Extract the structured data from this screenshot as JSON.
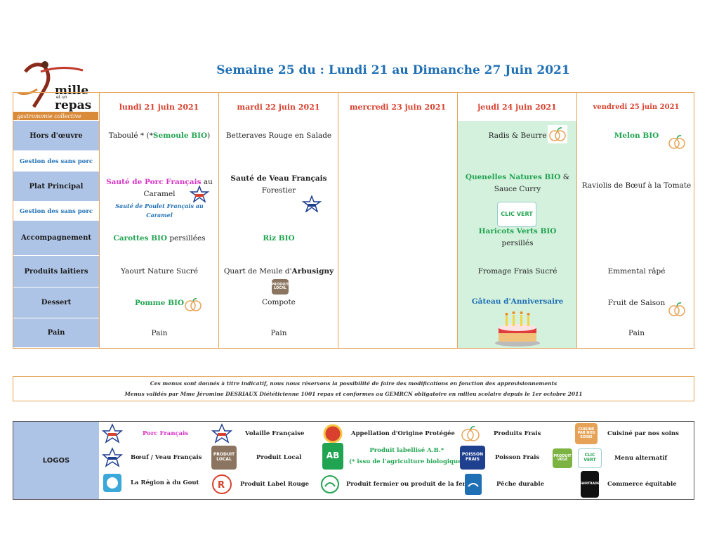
{
  "header": {
    "brand_line1": "mille",
    "brand_line2": "et un",
    "brand_line3": "repas",
    "brand_tagline": "gastronomie collective",
    "title": "Semaine 25 du : Lundi 21 au Dimanche 27 Juin 2021"
  },
  "days": [
    {
      "label": "lundi 21 juin 2021"
    },
    {
      "label": "mardi 22 juin 2021"
    },
    {
      "label": "mercredi 23 juin 2021"
    },
    {
      "label": "jeudi 24 juin 2021"
    },
    {
      "label": "vendredi 25 juin 2021"
    }
  ],
  "rows": {
    "hors_oeuvre": "Hors d'œuvre",
    "sans_porc_1": "Gestion des sans porc",
    "plat": "Plat Principal",
    "sans_porc_2": "Gestion des sans porc",
    "accomp": "Accompagnement",
    "laitiers": "Produits laitiers",
    "dessert": "Dessert",
    "pain": "Pain"
  },
  "menu": {
    "lundi": {
      "hors_a": "Taboulé * (*",
      "hors_b": "Semoule BIO",
      "hors_c": ")",
      "plat_a": "Sauté de Porc Français",
      "plat_b": " au Caramel",
      "sans_porc": "Sauté de Poulet Français au Caramel",
      "accomp_a": "Carottes BIO",
      "accomp_b": " persillées",
      "laitier": "Yaourt Nature Sucré",
      "dessert": "Pomme BIO",
      "pain": "Pain"
    },
    "mardi": {
      "hors": "Betteraves Rouge en Salade",
      "plat_a": "Sauté de Veau Français",
      "plat_b": " Forestier",
      "accomp": "Riz BIO",
      "laitier_a": "Quart de Meule d'",
      "laitier_b": "Arbusigny",
      "dessert": "Compote",
      "pain": "Pain"
    },
    "jeudi": {
      "hors": "Radis & Beurre",
      "plat_a": "Quenelles Natures BIO",
      "plat_b": " & Sauce Curry",
      "accomp_a": "Haricots Verts BIO",
      "accomp_b": " persillés",
      "laitier": "Fromage Frais Sucré",
      "dessert": "Gâteau d'Anniversaire"
    },
    "vendredi": {
      "hors": "Melon BIO",
      "plat": "Raviolis de Bœuf à la Tomate",
      "laitier": "Emmental râpé",
      "dessert": "Fruit de Saison",
      "pain": "Pain"
    }
  },
  "badges": {
    "produit_local": "PRODUIT LOCAL",
    "clic_vert": "CLIC VERT"
  },
  "notes": {
    "line1": "Ces menus sont donnés à titre indicatif, nous nous réservons la possibilité de faire des modifications en fonction des approvisionnements",
    "line2": "Menus validés par Mme Jéromine DESRIAUX Diététicienne 1001 repas et conformes au GEMRCN obligatoire en milieu scolaire depuis le 1er octobre 2011"
  },
  "legend": {
    "title": "LOGOS",
    "porc": "Porc Français",
    "boeuf": "Bœuf / Veau Français",
    "region": "La Région à du Gout",
    "volaille": "Volaille Française",
    "local": "Produit Local",
    "label_rouge": "Produit Label Rouge",
    "aop": "Appellation d'Origine Protégée",
    "ab_1": "Produit labellisé A.B.*",
    "ab_2": "(* issu de l'agriculture biologique)",
    "fermier": "Produit fermier ou produit de la ferme",
    "frais": "Produits Frais",
    "poisson": "Poisson Frais",
    "peche": "Pêche durable",
    "cuisine": "Cuisiné par nos soins",
    "alternatif": "Menu alternatif",
    "equitable": "Commerce équitable",
    "badge_local": "PRODUIT LOCAL",
    "badge_poisson": "POISSON FRAIS",
    "badge_vege": "PRODUIT VÉGÉ",
    "badge_clic": "CLIC VERT",
    "badge_cuisine": "CUISINÉ PAR NOS SOINS",
    "badge_fairtrade": "FAIRTRADE",
    "badge_ab": "AB"
  },
  "colors": {
    "title": "#1f6fb5",
    "day": "#d9412e",
    "bio": "#21a451",
    "porc": "#d632c5",
    "label_bg": "#aec4e6",
    "border": "#e6a357",
    "jeudi_bg": "#d4f1dd"
  }
}
